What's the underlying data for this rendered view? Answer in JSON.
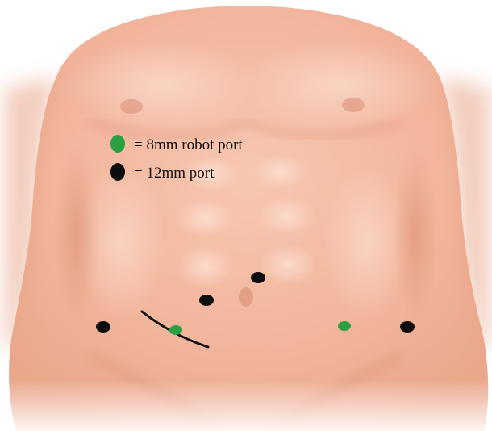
{
  "colors": {
    "skin": "#f2b79f",
    "skin_light": "#f8cdb9",
    "skin_shadow": "#e39b82",
    "robot_port": "#2aa043",
    "standard_port": "#0d0d0d",
    "incision": "#111111",
    "background": "#ffffff"
  },
  "legend": {
    "robot_port": {
      "symbol": "green-oval",
      "label": "= 8mm robot port"
    },
    "standard_port": {
      "symbol": "black-oval",
      "label": "= 12mm port"
    }
  },
  "ports": {
    "robot_port_count": 2,
    "standard_port_count": 4
  },
  "incision": {
    "present": true
  }
}
